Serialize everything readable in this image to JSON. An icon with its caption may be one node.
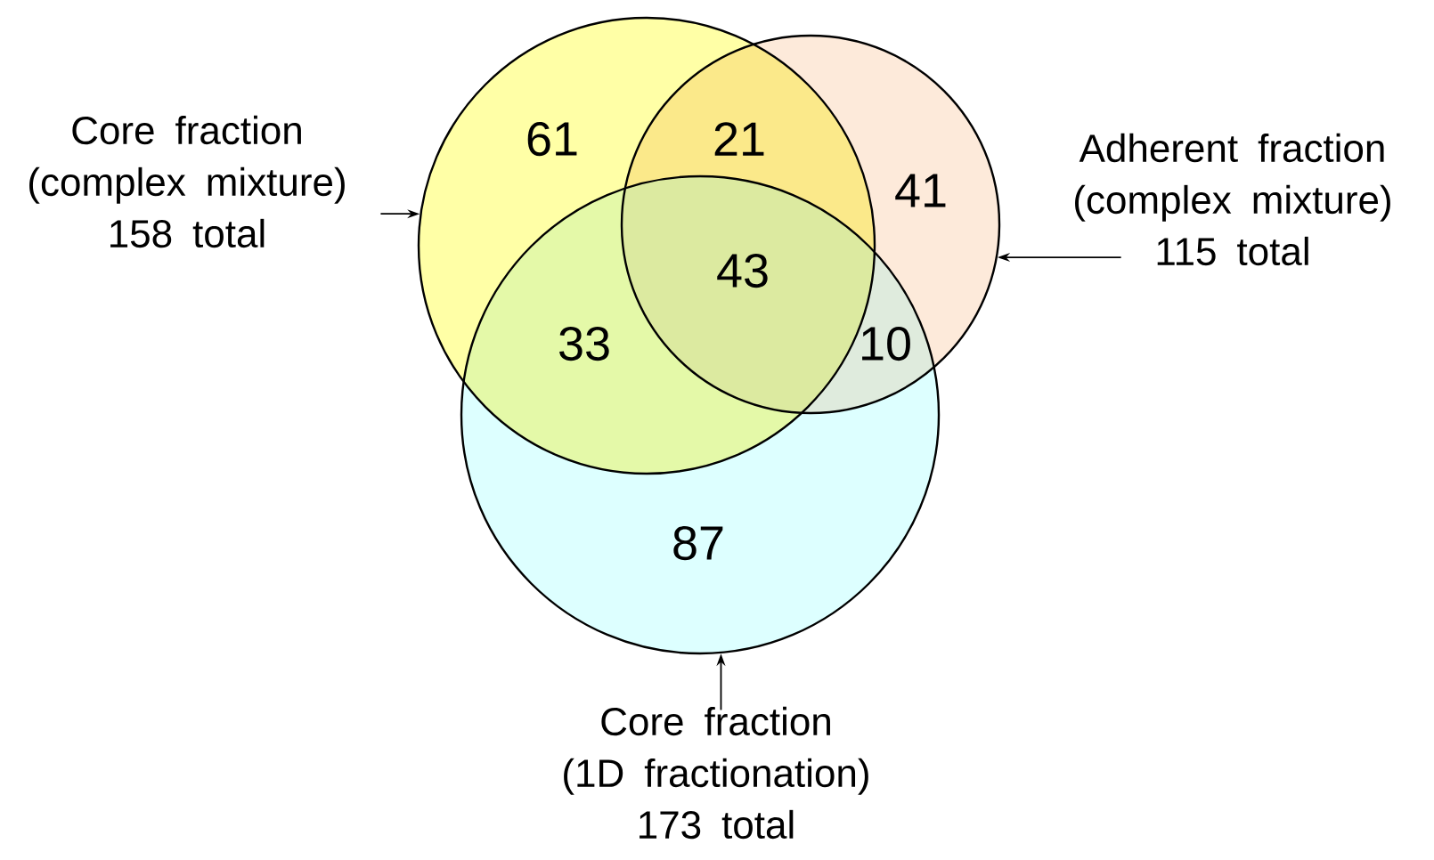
{
  "diagram": {
    "nodes": [
      {
        "text": [
          "Core fraction (complex mixture) 158 total"
        ]
      },
      {
        "text": [],
        "shape": "circle"
      },
      {
        "text": [
          "Adherent fraction (complex mixture) 115 total"
        ]
      },
      {
        "text": [],
        "shape": "circle"
      },
      {
        "text": [
          "Core fraction (1D fractionation) 173 total"
        ]
      },
      {
        "text": [],
        "shape": "circle"
      }
    ],
    "edges": [
      {
        "from": 0,
        "to": 1,
        "arrow": "to"
      },
      {
        "from": 2,
        "to": 3,
        "arrow": "to"
      },
      {
        "from": 4,
        "to": 5,
        "arrow": "to"
      }
    ],
    "labels": [
      "61",
      "21",
      "41",
      "43",
      "33",
      "10",
      "87"
    ]
  }
}
